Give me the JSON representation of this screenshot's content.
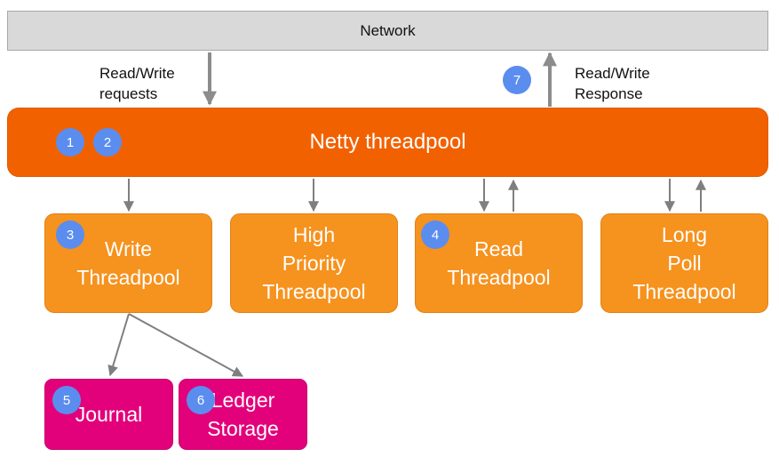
{
  "network": {
    "label": "Network"
  },
  "labels": {
    "requests": "Read/Write\nrequests",
    "response": "Read/Write\nResponse"
  },
  "netty": {
    "label": "Netty threadpool"
  },
  "pools": {
    "write": "Write\nThreadpool",
    "high_priority": "High\nPriority\nThreadpool",
    "read": "Read\nThreadpool",
    "long_poll": "Long\nPoll\nThreadpool"
  },
  "storage": {
    "journal": "Journal",
    "ledger": "Ledger\nStorage"
  },
  "badges": {
    "b1": "1",
    "b2": "2",
    "b3": "3",
    "b4": "4",
    "b5": "5",
    "b6": "6",
    "b7": "7"
  },
  "colors": {
    "network": "#d9d9d9",
    "netty": "#f26100",
    "pool": "#f6921e",
    "storage": "#e3007b",
    "badge": "#5b8def",
    "arrow": "#7f7f7f"
  }
}
